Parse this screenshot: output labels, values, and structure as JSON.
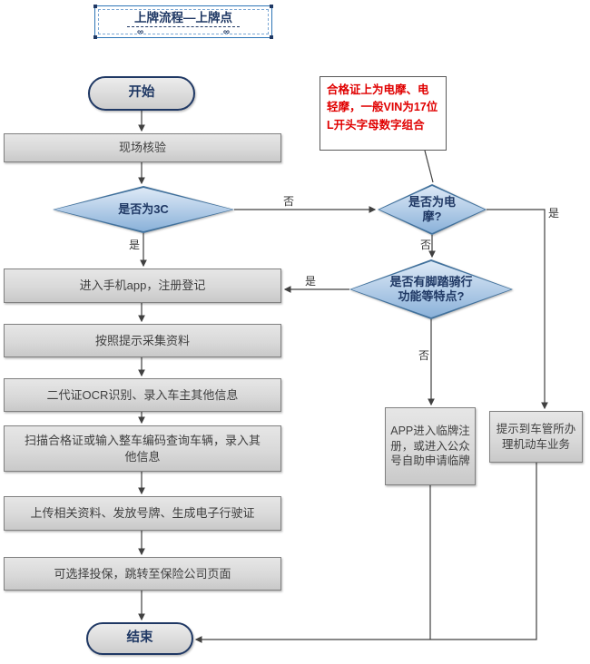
{
  "title": {
    "text": "上牌流程—上牌点",
    "decor_left": "∞",
    "decor_right": "∞"
  },
  "labels": {
    "yes": "是",
    "no": "否"
  },
  "nodes": {
    "start": "开始",
    "onsite_check": "现场核验",
    "is_3c": "是否为3C",
    "is_emoto": "是否为电摩?",
    "has_pedal": "是否有脚踏骑行功能等特点?",
    "note": "合格证上为电摩、电轻摩，一般VIN为17位L开头字母数字组合",
    "app_register": "进入手机app，注册登记",
    "collect_info": "按照提示采集资料",
    "ocr_input": "二代证OCR识别、录入车主其他信息",
    "scan_certificate": "扫描合格证或输入整车编码查询车辆，录入其他信息",
    "upload_issue": "上传相关资料、发放号牌、生成电子行驶证",
    "insurance": "可选择投保，跳转至保险公司页面",
    "temp_plate": "APP进入临牌注册，或进入公众号自助申请临牌",
    "dmv_notice": "提示到车管所办理机动车业务",
    "end": "结束"
  },
  "colors": {
    "box_fill": "#d9d9d9",
    "box_border": "#808080",
    "diamond_top": "#dde9f6",
    "diamond_bottom": "#8ab1d9",
    "diamond_border": "#41719c",
    "navy": "#1f3864",
    "note_red": "#e00000",
    "arrow": "#404040",
    "title_border": "#2e75b6"
  }
}
